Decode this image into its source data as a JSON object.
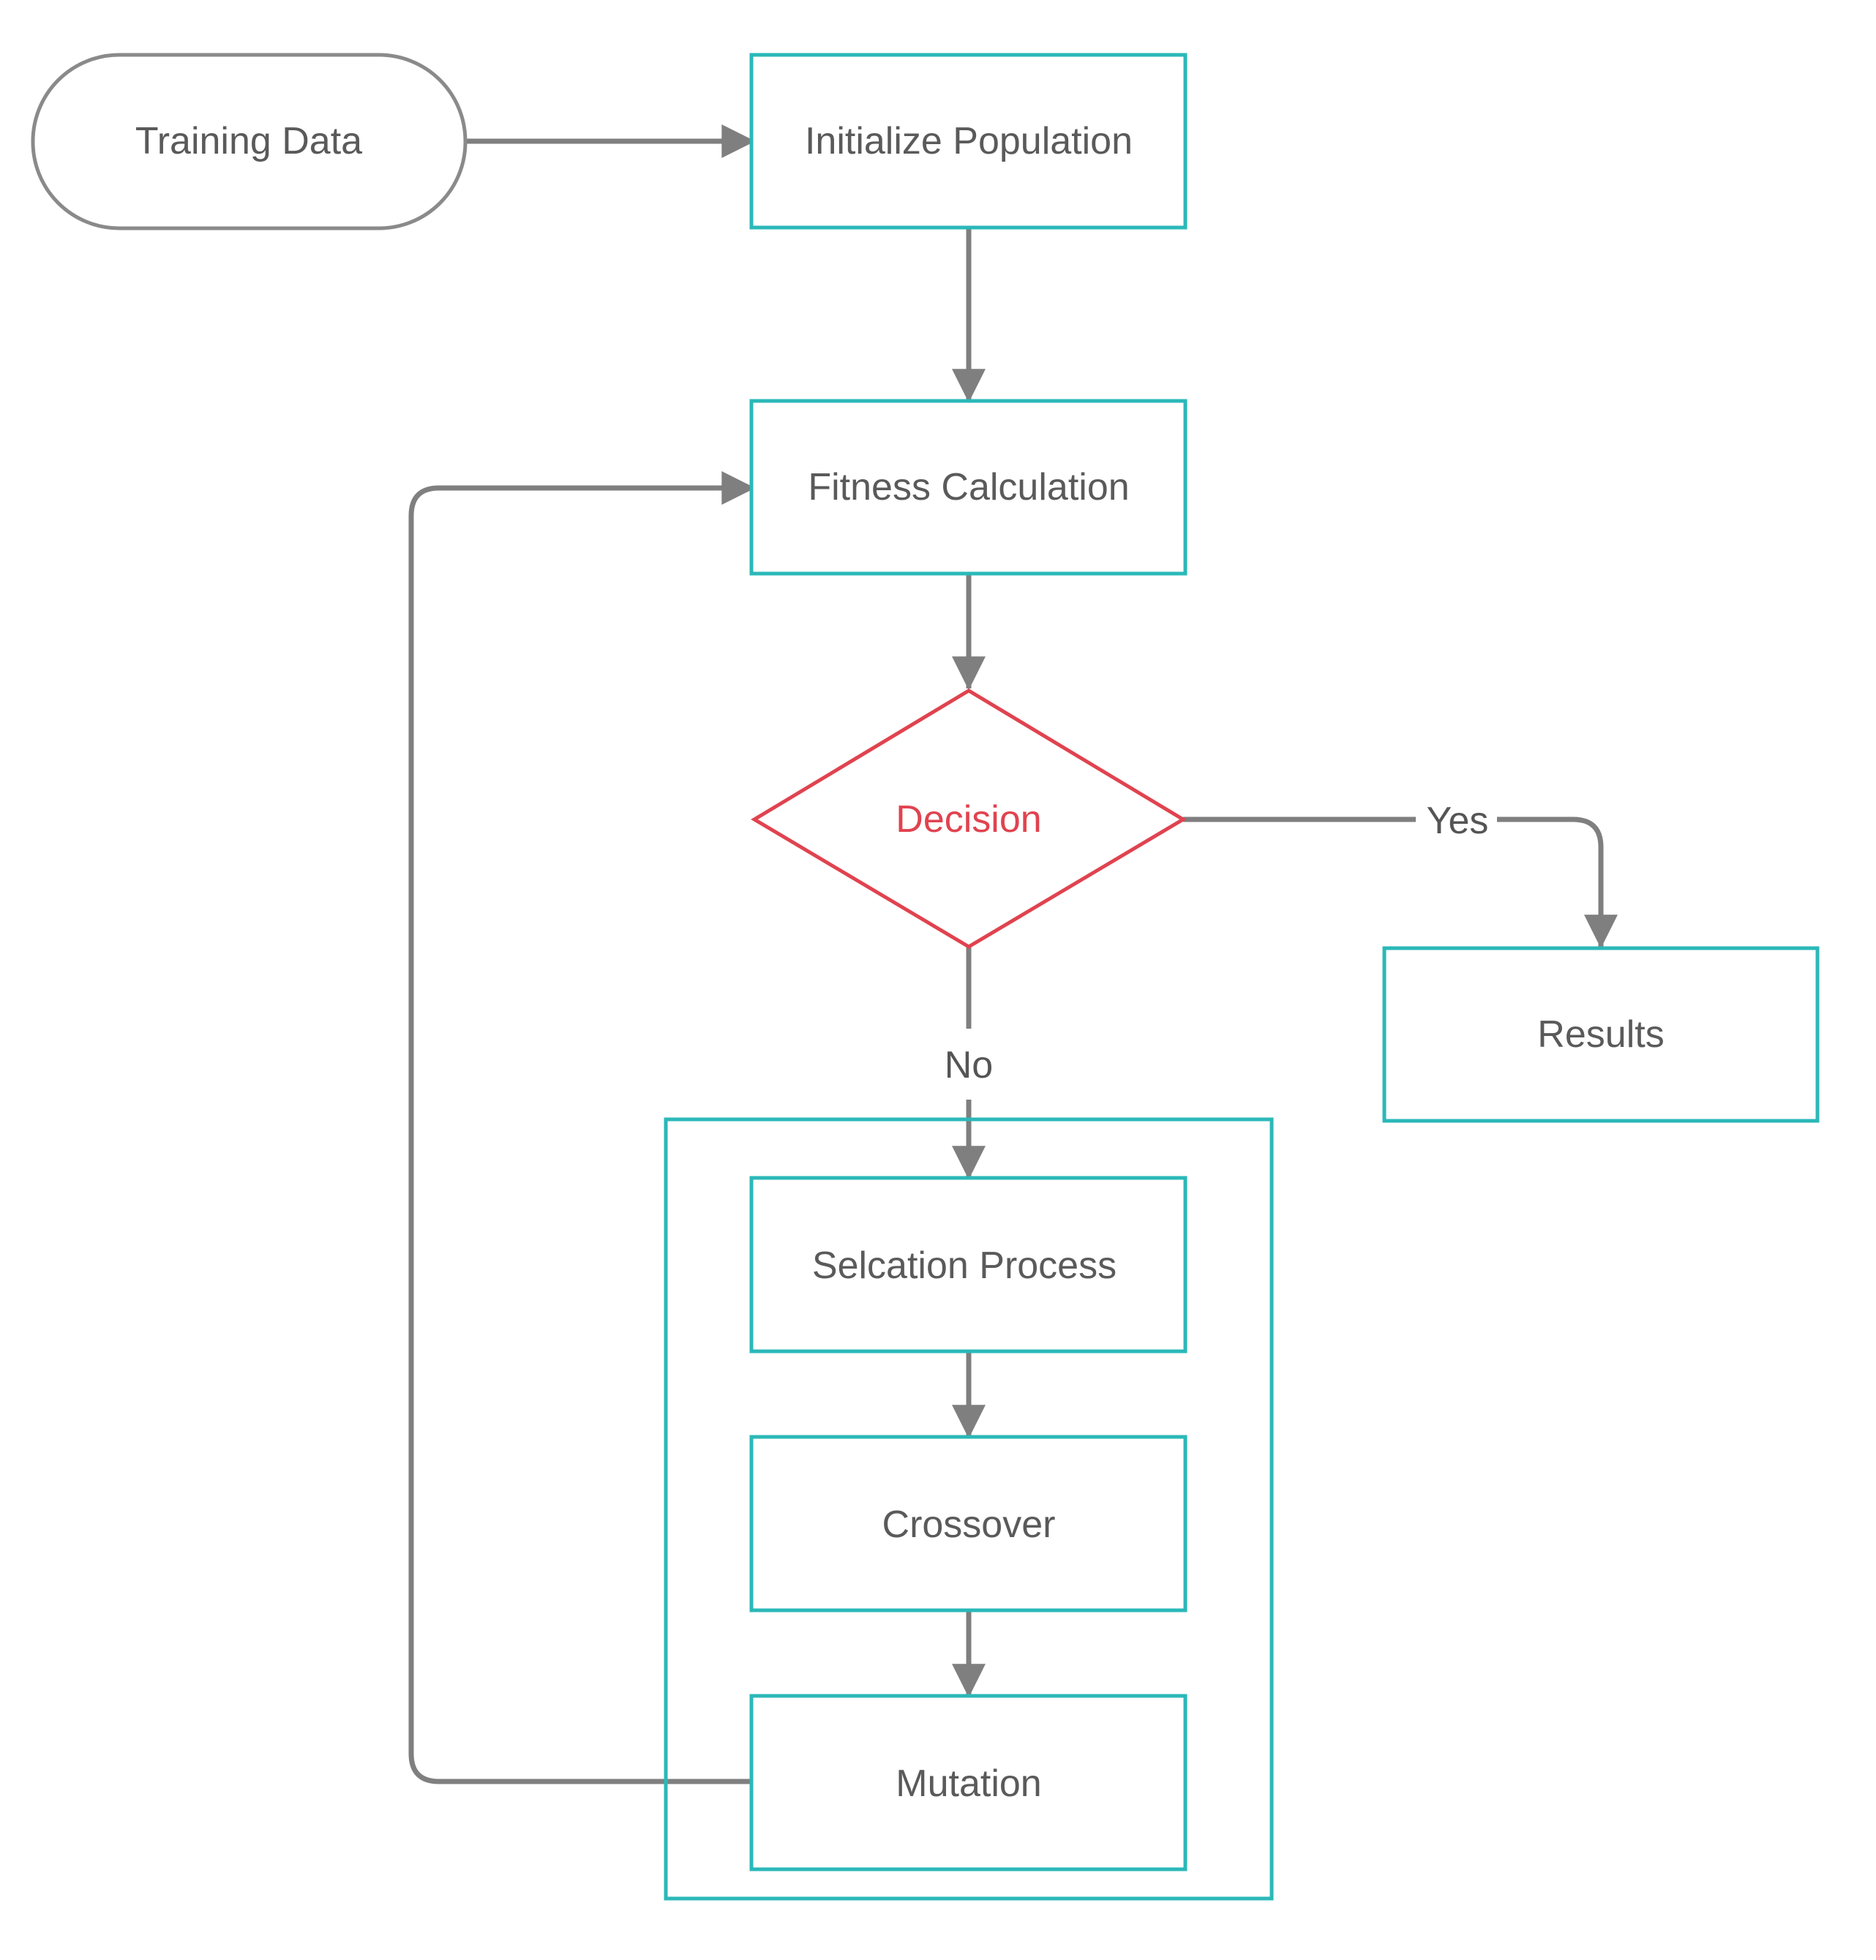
{
  "colors": {
    "process_border": "#2bb8b8",
    "decision_border": "#e0434f",
    "decision_text": "#e0434f",
    "terminal_border": "#8a8a8a",
    "connector": "#7f7f7f",
    "text": "#5a5a5a",
    "background": "#ffffff"
  },
  "nodes": {
    "training_data": {
      "label": "Training Data",
      "shape": "terminal"
    },
    "initialize_population": {
      "label": "Initialize Population",
      "shape": "process"
    },
    "fitness_calculation": {
      "label": "Fitness Calculation",
      "shape": "process"
    },
    "decision": {
      "label": "Decision",
      "shape": "decision"
    },
    "results": {
      "label": "Results",
      "shape": "process"
    },
    "selection_process": {
      "label": "Selcation Process",
      "shape": "process"
    },
    "crossover": {
      "label": "Crossover",
      "shape": "process"
    },
    "mutation": {
      "label": "Mutation",
      "shape": "process"
    }
  },
  "edges": {
    "yes_label": "Yes",
    "no_label": "No"
  }
}
